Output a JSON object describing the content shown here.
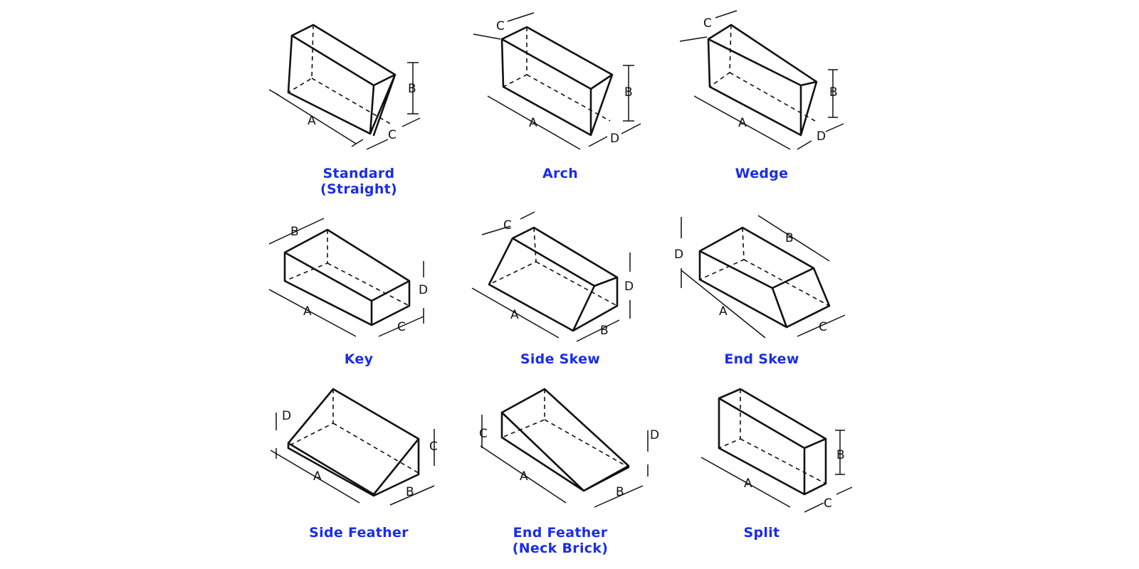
{
  "bricks": [
    {
      "name": "Standard",
      "subname": "(Straight)",
      "dims": [
        "A",
        "B",
        "C"
      ]
    },
    {
      "name": "Arch",
      "subname": "",
      "dims": [
        "A",
        "B",
        "C",
        "D"
      ]
    },
    {
      "name": "Wedge",
      "subname": "",
      "dims": [
        "A",
        "B",
        "C",
        "D"
      ]
    },
    {
      "name": "Key",
      "subname": "",
      "dims": [
        "A",
        "B",
        "C",
        "D"
      ]
    },
    {
      "name": "Side Skew",
      "subname": "",
      "dims": [
        "A",
        "B",
        "C",
        "D"
      ]
    },
    {
      "name": "End Skew",
      "subname": "",
      "dims": [
        "A",
        "B",
        "C",
        "D"
      ]
    },
    {
      "name": "Side Feather",
      "subname": "",
      "dims": [
        "A",
        "B",
        "C",
        "D"
      ]
    },
    {
      "name": "End Feather",
      "subname": "(Neck Brick)",
      "dims": [
        "A",
        "B",
        "C",
        "D"
      ]
    },
    {
      "name": "Split",
      "subname": "",
      "dims": [
        "A",
        "B",
        "C"
      ]
    }
  ],
  "colors": {
    "caption": "#1a2de8",
    "line": "#111111",
    "background": "#ffffff"
  }
}
